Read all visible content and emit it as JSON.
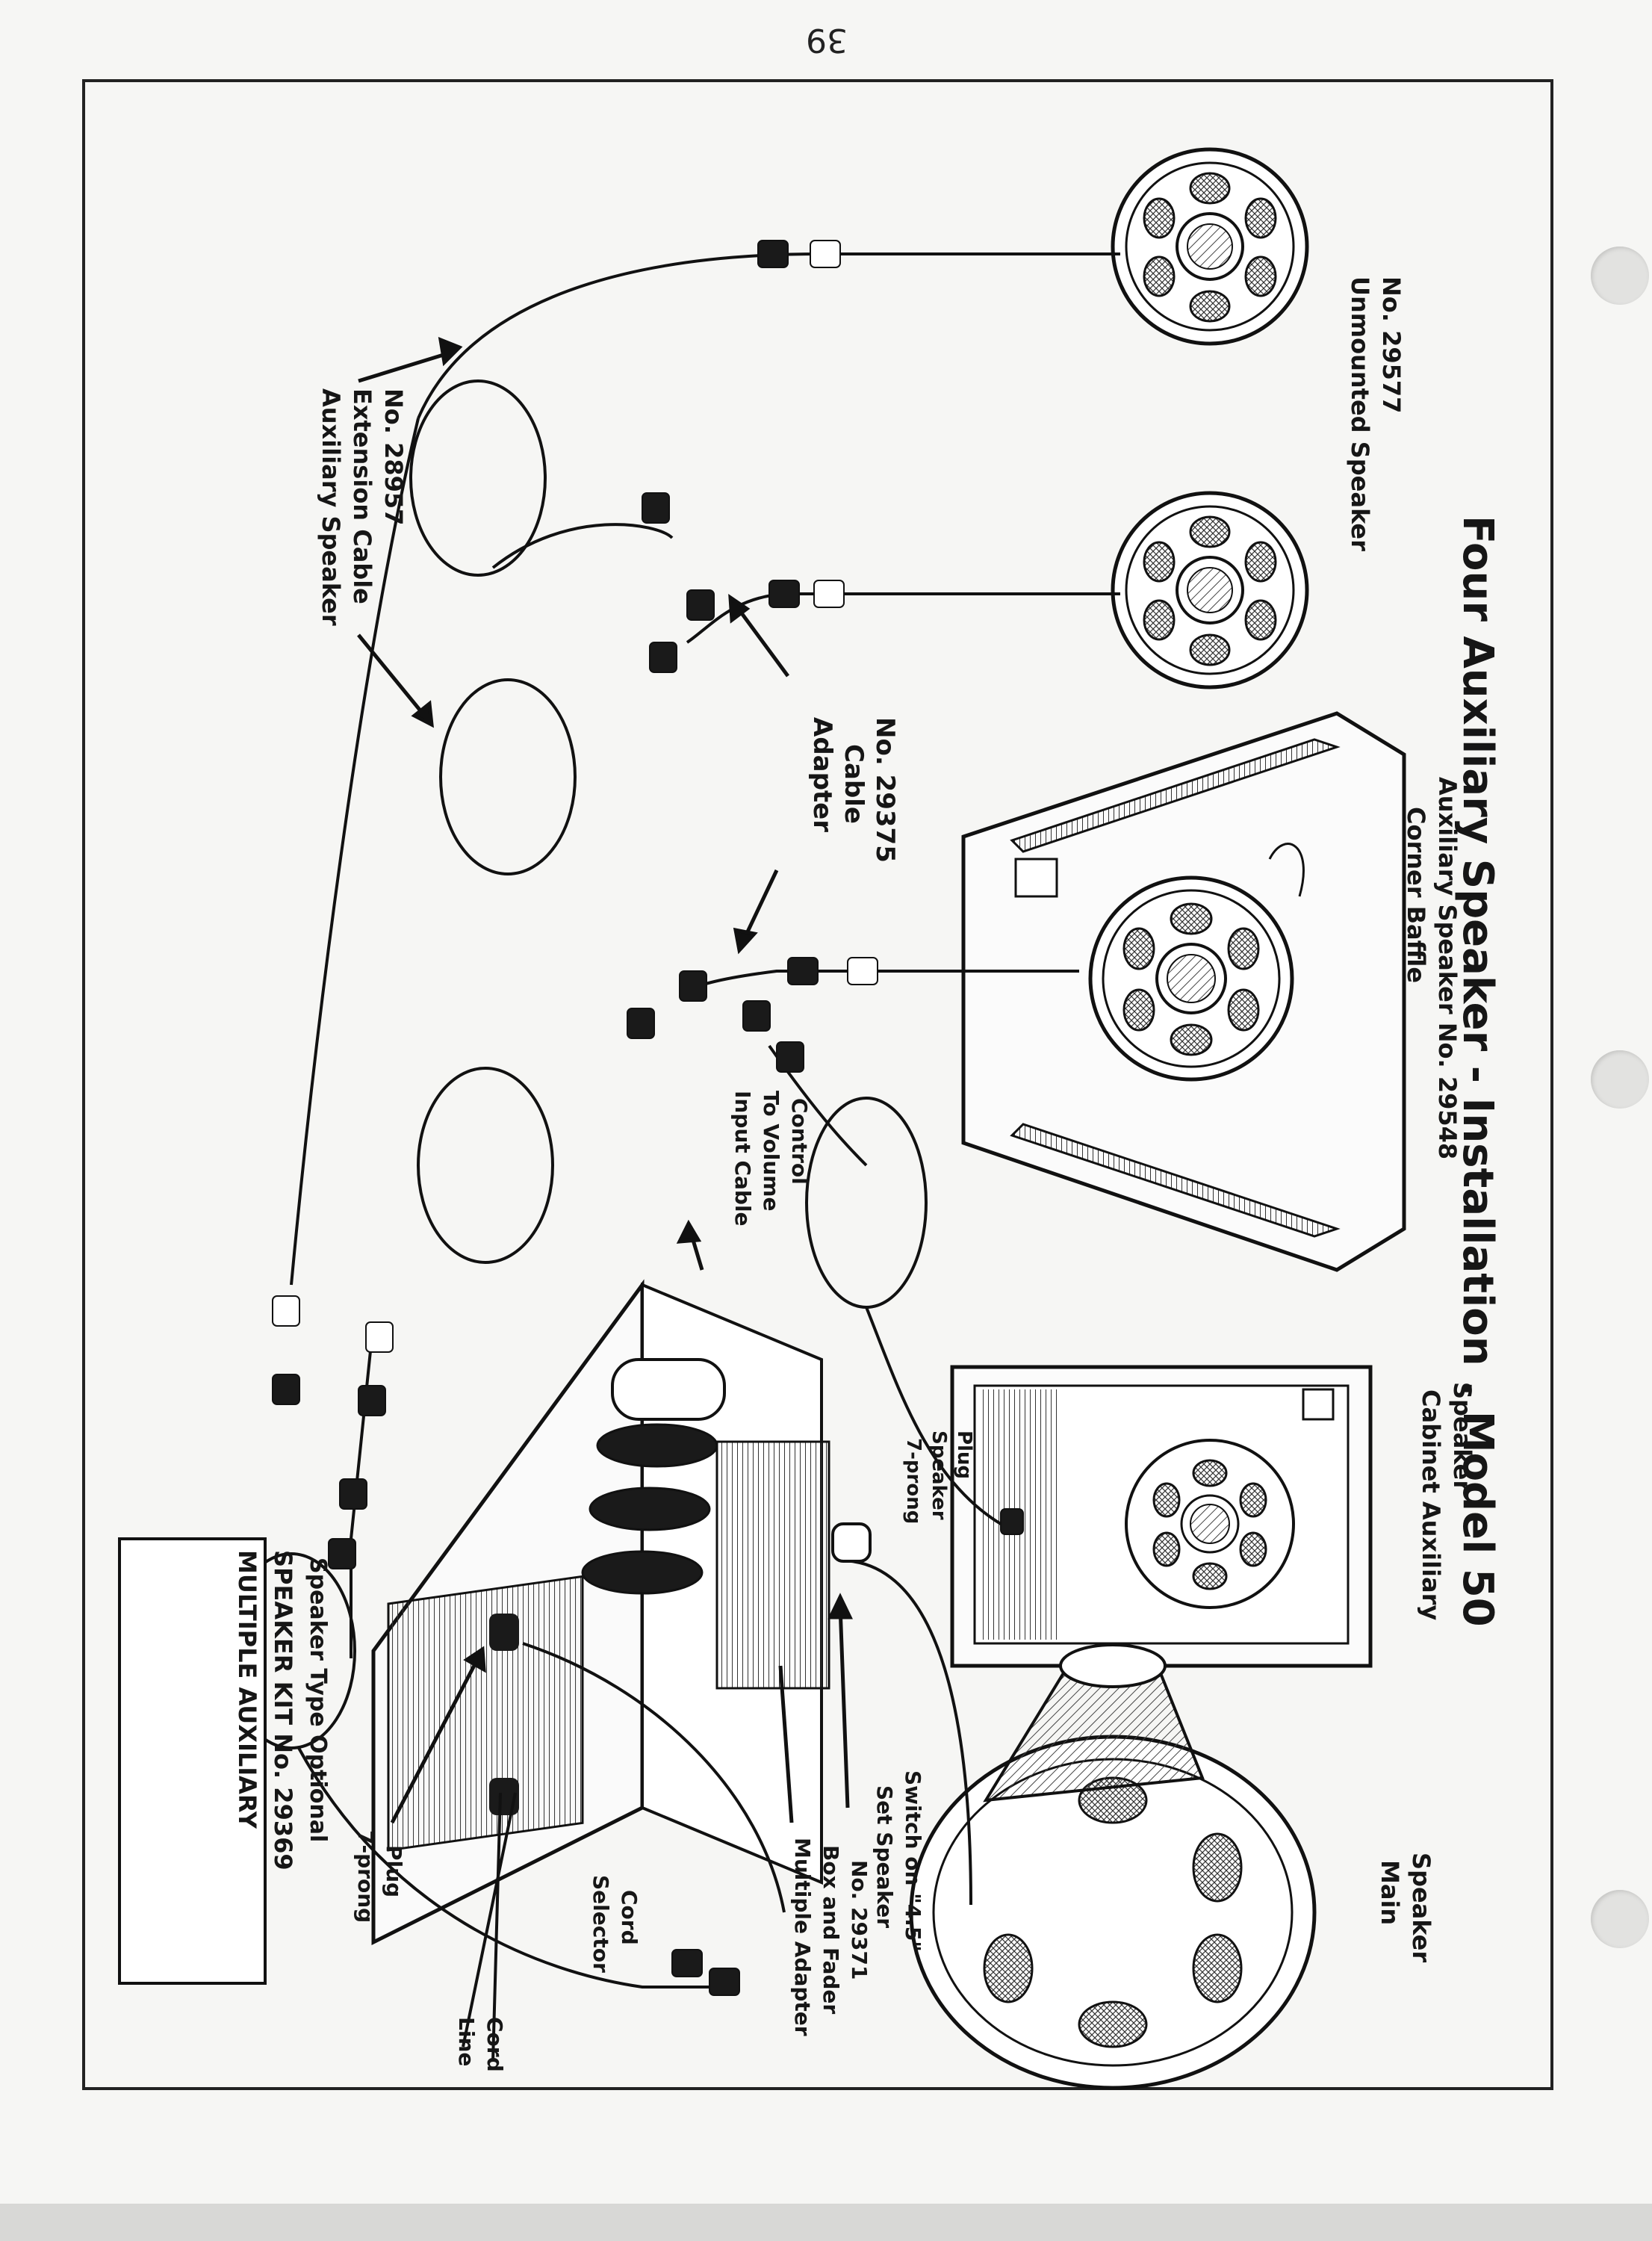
{
  "page_number": "39",
  "title": "Four Auxiliary Speaker - Installation . Model 50",
  "labels": {
    "unmounted_speaker": [
      "Unmounted Speaker",
      "No. 29577"
    ],
    "extension_cable": [
      "Auxiliary Speaker",
      "Extension Cable",
      "No. 28957"
    ],
    "adapter_cable": [
      "Adapter",
      "Cable",
      "No. 29375"
    ],
    "corner_baffle": [
      "Corner Baffle",
      "Auxiliary Speaker No. 29548"
    ],
    "input_cable": [
      "Input Cable",
      "To Volume",
      "Control"
    ],
    "cabinet_speaker": [
      "Cabinet Auxiliary",
      "Speaker"
    ],
    "seven_prong_speaker_plug": [
      "7-prong",
      "Speaker",
      "Plug"
    ],
    "main_speaker": [
      "Main",
      "Speaker"
    ],
    "set_speaker_switch": [
      "Set Speaker",
      "Switch on \"4.5\""
    ],
    "adapter_box": [
      "Multiple Adapter",
      "Box and Fader",
      "No. 29371"
    ],
    "selector_cord": [
      "Selector",
      "Cord"
    ],
    "line_cord": [
      "Line",
      "Cord"
    ],
    "seven_prong_plug": [
      "7-prong",
      "Plug"
    ]
  },
  "kit_box": [
    "MULTIPLE AUXILIARY",
    "SPEAKER KIT No. 29369",
    "Speaker Type Optional"
  ]
}
